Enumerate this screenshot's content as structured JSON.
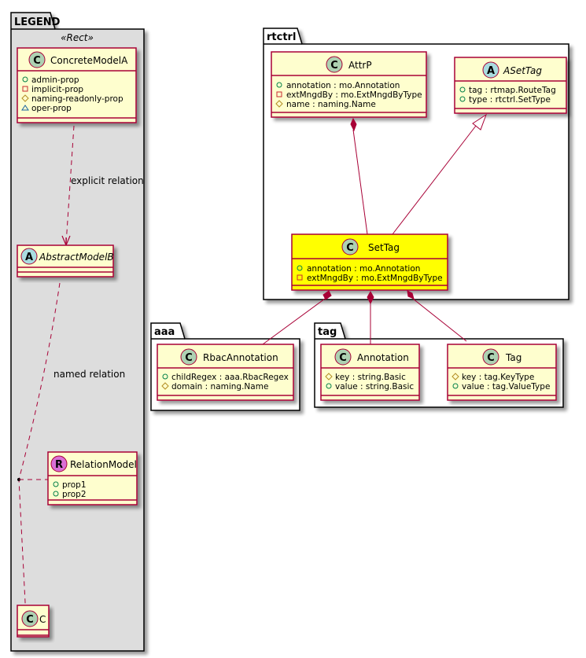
{
  "colors": {
    "class_fill": "#FEFECE",
    "class_border": "#A80036",
    "highlight_fill": "#FFFF00",
    "legend_fill": "#DDDDDD",
    "circle_class": "#ADD1B2",
    "circle_abstract": "#A9DCDF",
    "circle_relation": "#DA70D6",
    "vis_public": "#038048",
    "vis_private": "#C82930",
    "vis_protected": "#B38D22",
    "vis_package": "#1963A0"
  },
  "legend": {
    "title": "LEGEND",
    "stereotype": "«Rect»",
    "concrete": {
      "glyph": "C",
      "name": "ConcreteModelA",
      "attrs": [
        {
          "vis": "public",
          "text": "admin-prop"
        },
        {
          "vis": "private",
          "text": "implicit-prop"
        },
        {
          "vis": "protected",
          "text": "naming-readonly-prop"
        },
        {
          "vis": "package",
          "text": "oper-prop"
        }
      ]
    },
    "explicit_label": "explicit relation",
    "abstract": {
      "glyph": "A",
      "name": "AbstractModelB"
    },
    "named_label": "named relation",
    "relation": {
      "glyph": "R",
      "name": "RelationModel",
      "attrs": [
        {
          "vis": "public",
          "text": "prop1"
        },
        {
          "vis": "public",
          "text": "prop2"
        }
      ]
    },
    "c": {
      "glyph": "C",
      "name": "C"
    }
  },
  "rtctrl": {
    "title": "rtctrl",
    "attrp": {
      "glyph": "C",
      "name": "AttrP",
      "attrs": [
        {
          "vis": "public",
          "text": "annotation : mo.Annotation"
        },
        {
          "vis": "private",
          "text": "extMngdBy : mo.ExtMngdByType"
        },
        {
          "vis": "protected",
          "text": "name : naming.Name"
        }
      ]
    },
    "asettag": {
      "glyph": "A",
      "name": "ASetTag",
      "attrs": [
        {
          "vis": "public",
          "text": "tag : rtmap.RouteTag"
        },
        {
          "vis": "public",
          "text": "type : rtctrl.SetType"
        }
      ]
    },
    "settag": {
      "glyph": "C",
      "name": "SetTag",
      "attrs": [
        {
          "vis": "public",
          "text": "annotation : mo.Annotation"
        },
        {
          "vis": "private",
          "text": "extMngdBy : mo.ExtMngdByType"
        }
      ]
    }
  },
  "aaa": {
    "title": "aaa",
    "rbac": {
      "glyph": "C",
      "name": "RbacAnnotation",
      "attrs": [
        {
          "vis": "public",
          "text": "childRegex : aaa.RbacRegex"
        },
        {
          "vis": "protected",
          "text": "domain : naming.Name"
        }
      ]
    }
  },
  "tag": {
    "title": "tag",
    "annotation": {
      "glyph": "C",
      "name": "Annotation",
      "attrs": [
        {
          "vis": "protected",
          "text": "key : string.Basic"
        },
        {
          "vis": "public",
          "text": "value : string.Basic"
        }
      ]
    },
    "tagcls": {
      "glyph": "C",
      "name": "Tag",
      "attrs": [
        {
          "vis": "protected",
          "text": "key : tag.KeyType"
        },
        {
          "vis": "public",
          "text": "value : tag.ValueType"
        }
      ]
    }
  }
}
